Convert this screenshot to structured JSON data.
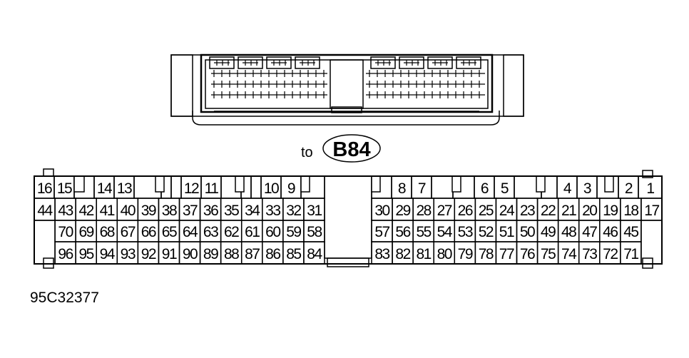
{
  "connector": {
    "to_label": "to",
    "ref_label": "B84",
    "figure_code": "95C32377"
  },
  "pins": {
    "row1": [
      {
        "n": "16"
      },
      {
        "n": "15"
      },
      {
        "n": ""
      },
      {
        "n": "14"
      },
      {
        "n": "13"
      },
      {
        "n": ""
      },
      {
        "n": ""
      },
      {
        "n": ""
      },
      {
        "n": "12"
      },
      {
        "n": "11"
      },
      {
        "n": ""
      },
      {
        "n": ""
      },
      {
        "n": ""
      },
      {
        "n": "10"
      },
      {
        "n": "9"
      },
      {
        "n": ""
      },
      {
        "n": ""
      },
      {
        "n": "8"
      },
      {
        "n": "7"
      },
      {
        "n": ""
      },
      {
        "n": ""
      },
      {
        "n": "6"
      },
      {
        "n": "5"
      },
      {
        "n": ""
      },
      {
        "n": ""
      },
      {
        "n": "4"
      },
      {
        "n": "3"
      },
      {
        "n": ""
      },
      {
        "n": "2"
      },
      {
        "n": "1"
      }
    ],
    "row2_left": [
      "44",
      "43",
      "42",
      "41",
      "40",
      "39",
      "38",
      "37",
      "36",
      "35",
      "34",
      "33",
      "32",
      "31"
    ],
    "row2_right": [
      "30",
      "29",
      "28",
      "27",
      "26",
      "25",
      "24",
      "23",
      "22",
      "21",
      "20",
      "19",
      "18",
      "17"
    ],
    "row3_left": [
      "70",
      "69",
      "68",
      "67",
      "66",
      "65",
      "64",
      "63",
      "62",
      "61",
      "60",
      "59",
      "58"
    ],
    "row3_right": [
      "57",
      "56",
      "55",
      "54",
      "53",
      "52",
      "51",
      "50",
      "49",
      "48",
      "47",
      "46",
      "45"
    ],
    "row4_left": [
      "96",
      "95",
      "94",
      "93",
      "92",
      "91",
      "90",
      "89",
      "88",
      "87",
      "86",
      "85",
      "84"
    ],
    "row4_right": [
      "83",
      "82",
      "81",
      "80",
      "79",
      "78",
      "77",
      "76",
      "75",
      "74",
      "73",
      "72",
      "71"
    ]
  }
}
